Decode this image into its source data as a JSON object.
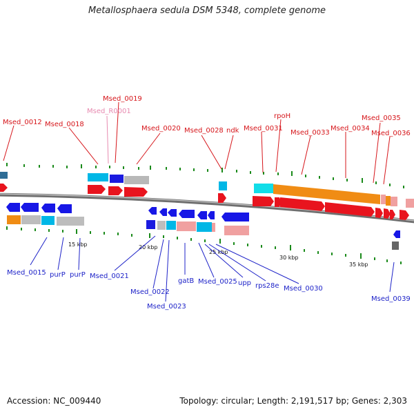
{
  "title": "Metallosphaera sedula DSM 5348, complete genome",
  "accession": "Accession: NC_009440",
  "summary": "Topology: circular; Length: 2,191,517 bp; Genes: 2,303",
  "colors": {
    "top_label": "#d6151a",
    "rna_label": "#e78ab0",
    "bottom_label": "#1d22c8",
    "backbone": "#888888",
    "gene_forward": "#e8141e",
    "gene_reverse": "#1717e6",
    "tick": "#1a8a1a"
  },
  "scale_labels": [
    "15 kbp",
    "20 kbp",
    "25 kbp",
    "30 kbp",
    "35 kbp"
  ],
  "top_genes": [
    "Msed_0012",
    "Msed_0018",
    "Msed_0019",
    "Msed_R0001",
    "Msed_0020",
    "Msed_0028",
    "ndk",
    "rpoH",
    "Msed_0031",
    "Msed_0033",
    "Msed_0034",
    "Msed_0035",
    "Msed_0036"
  ],
  "bottom_genes": [
    "Msed_0015",
    "purP",
    "purP",
    "Msed_0021",
    "Msed_0022",
    "Msed_0023",
    "gatB",
    "Msed_0025",
    "upp",
    "rps28e",
    "Msed_0030",
    "Msed_0039"
  ]
}
